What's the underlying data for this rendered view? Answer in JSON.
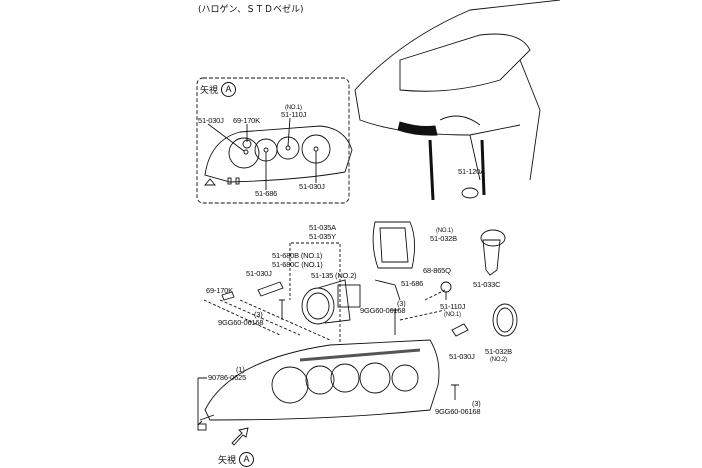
{
  "title": "(ハロゲン、ＳＴＤベゼル)",
  "view_label": {
    "text": "矢視",
    "letter": "A"
  },
  "inset_labels": {
    "bulb_left": "51-030J",
    "bulb_side": "69-170K",
    "no1_top": "(NO.1)",
    "bulb_center": "51-110J",
    "bulb_bottom": "51-686",
    "bulb_right": "51-030J"
  },
  "car_labels": {
    "side_marker": "51-120A"
  },
  "parts": {
    "p_035a": "51-035A",
    "p_035y": "51-035Y",
    "p_680b": "51-680B (NO.1)",
    "p_680c": "51-680C (NO.1)",
    "p_135": "51-135 (NO.2)",
    "p_030j_left": "51-030J",
    "p_170k": "69-170K",
    "qty3_left": "(3)",
    "screw_left": "9GG60-06168",
    "no1_cover": "(NO.1)",
    "p_032b_top": "51-032B",
    "p_865q": "68-865Q",
    "p_686": "51-686",
    "p_033c": "51-033C",
    "screw_mid": "9GG60-06168",
    "qty3_mid": "(3)",
    "p_110j": "51-110J",
    "no1_110j": "(NO.1)",
    "p_030j_right": "51-030J",
    "p_032b_bottom": "51-032B",
    "no2_cover": "(NO.2)",
    "qty3_right": "(3)",
    "screw_right": "9GG60-06168",
    "qty1": "(1)",
    "p_90786": "90786-0625"
  }
}
